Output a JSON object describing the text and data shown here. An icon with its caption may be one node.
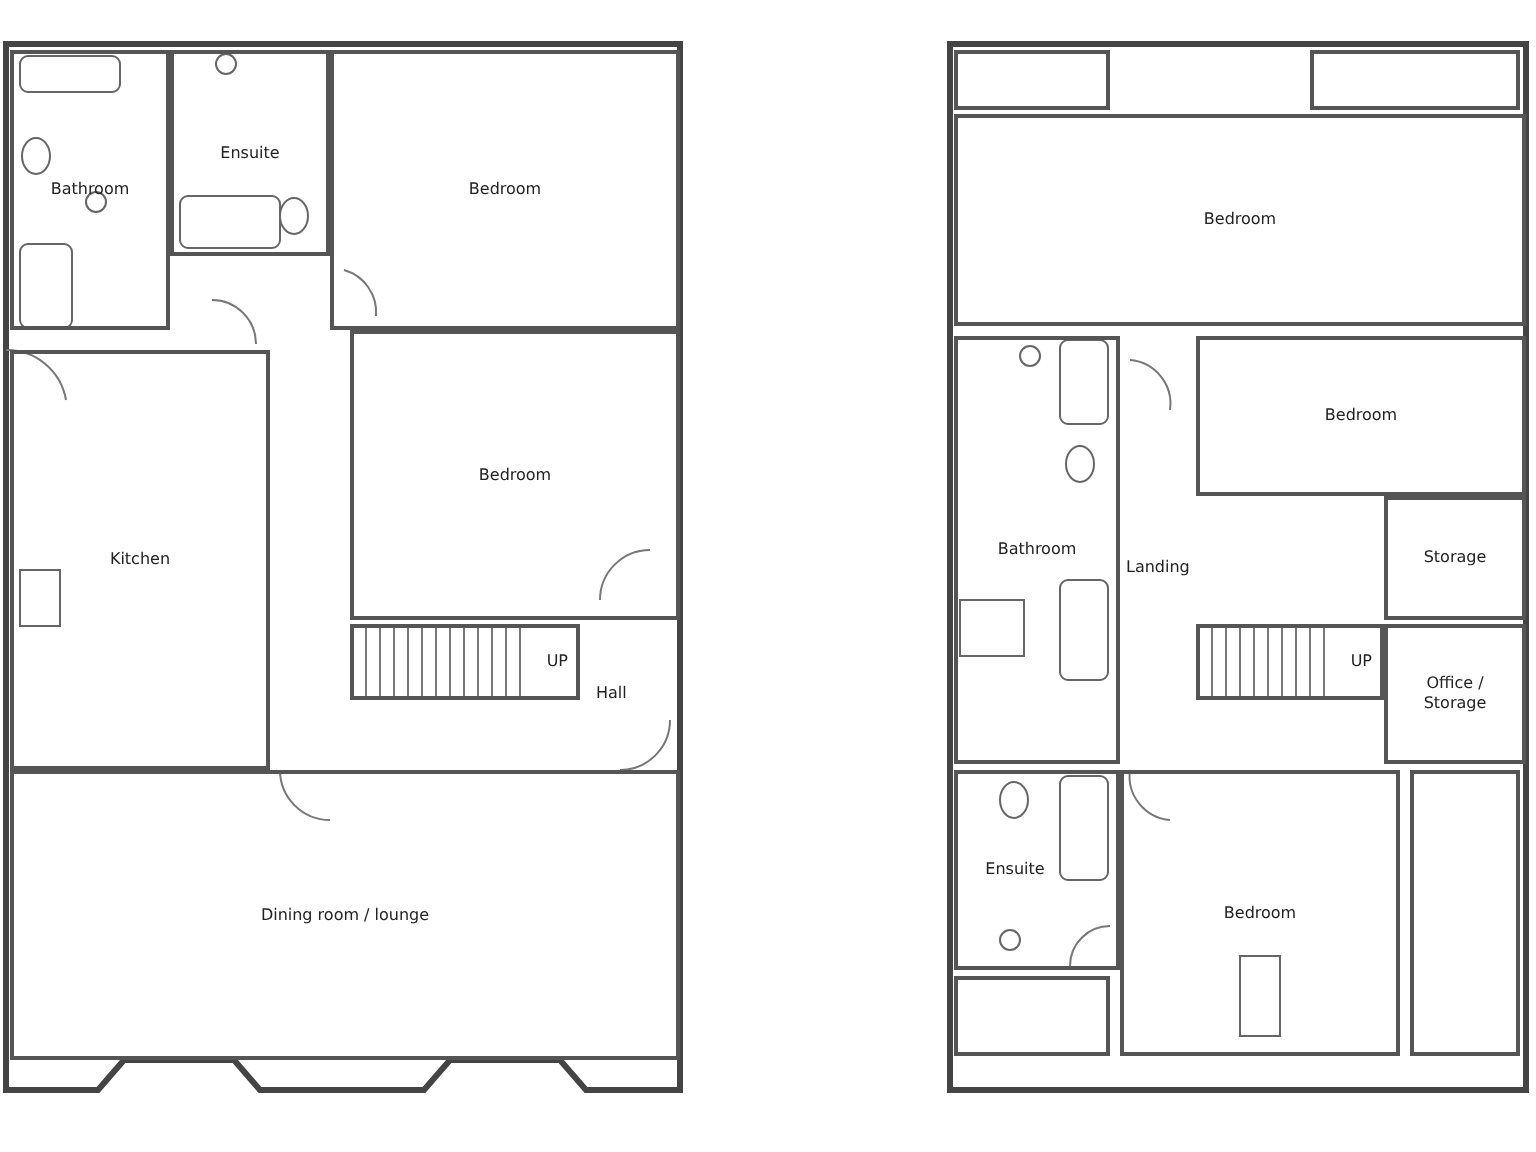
{
  "diagram": {
    "nodes": [
      {
        "text": [
          "Bathroom"
        ]
      },
      {
        "text": [
          "Ensuite"
        ]
      },
      {
        "text": [
          "Bedroom"
        ]
      },
      {
        "text": [
          "Kitchen"
        ]
      },
      {
        "text": [
          "Bedroom"
        ]
      },
      {
        "text": [
          "UP"
        ]
      },
      {
        "text": [
          "Dining room / lounge"
        ]
      },
      {
        "text": [
          "Bedroom"
        ]
      },
      {
        "text": [
          "Bathroom"
        ]
      },
      {
        "text": [
          "Bedroom"
        ]
      },
      {
        "text": [
          "Storage"
        ]
      },
      {
        "text": [
          "UP"
        ]
      },
      {
        "text": [
          "Office / Storage"
        ]
      },
      {
        "text": [
          "Ensuite"
        ]
      },
      {
        "text": [
          "Bedroom"
        ]
      },
      {
        "text": [],
        "shape": "box"
      },
      {
        "text": [],
        "shape": "box"
      },
      {
        "text": [],
        "shape": "box"
      },
      {
        "text": [],
        "shape": "box"
      }
    ],
    "labels": [
      "Hall",
      "Landing"
    ]
  }
}
